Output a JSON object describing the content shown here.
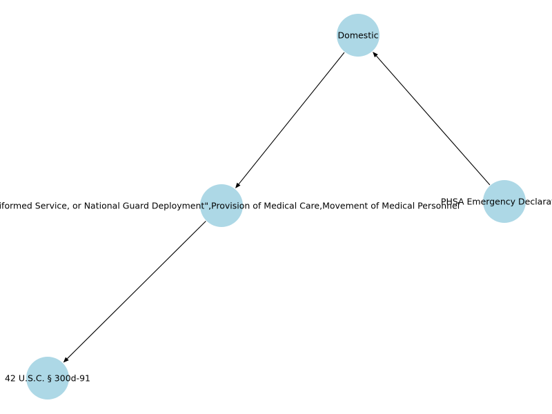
{
  "graph": {
    "directed": true,
    "node_color": "#add8e6",
    "edge_color": "#000000",
    "label_color": "#000000",
    "nodes": [
      {
        "id": "domestic",
        "label": "Domestic"
      },
      {
        "id": "deployment",
        "label": "\"Uniformed Service, or National Guard Deployment\",Provision of Medical Care,Movement of Medical Personnel"
      },
      {
        "id": "phsa",
        "label": "PHSA Emergency Declaration"
      },
      {
        "id": "usc",
        "label": "42 U.S.C. § 300d-91"
      }
    ],
    "edges": [
      {
        "from": "domestic",
        "to": "deployment"
      },
      {
        "from": "deployment",
        "to": "usc"
      },
      {
        "from": "phsa",
        "to": "domestic"
      }
    ]
  }
}
